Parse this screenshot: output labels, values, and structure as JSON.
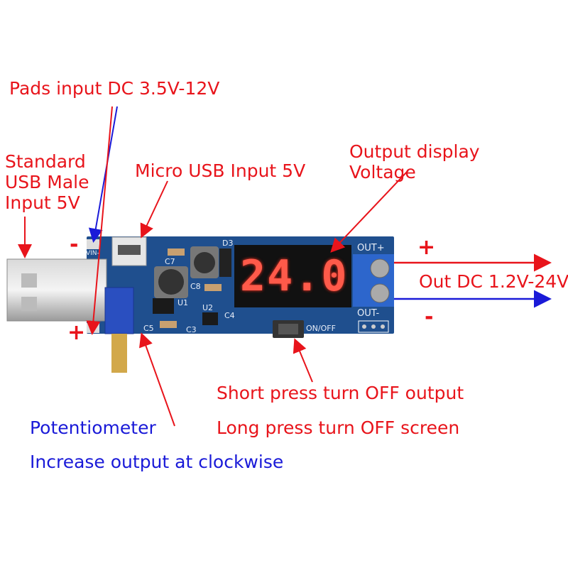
{
  "labels": {
    "pads_input": "Pads input DC 3.5V-12V",
    "usb_male": [
      "Standard",
      "USB Male",
      "Input 5V"
    ],
    "micro_usb": "Micro USB Input 5V",
    "output_display": [
      "Output display",
      "Voltage"
    ],
    "out_dc": "Out DC 1.2V-24V",
    "out_plus": "+",
    "out_minus": "-",
    "vin_minus": "-",
    "vin_plus": "+",
    "short_press": "Short press turn OFF output",
    "long_press": "Long press turn OFF screen",
    "potentiometer": "Potentiometer",
    "increase": "Increase output at clockwise"
  },
  "board": {
    "display_value": "24.0",
    "silkscreen": {
      "out_plus": "OUT+",
      "out_minus": "OUT-",
      "on_off": "ON/OFF",
      "vin_minus": "VIN-",
      "d3": "D3",
      "c7": "C7",
      "c8": "C8",
      "u1": "U1",
      "u2": "U2",
      "c5": "C5",
      "c3": "C3",
      "c4": "C4"
    }
  },
  "colors": {
    "label_red": "#e8141b",
    "label_blue": "#1a1ad8",
    "pcb": "#1f4f8e",
    "display": "#ff5a4a"
  }
}
